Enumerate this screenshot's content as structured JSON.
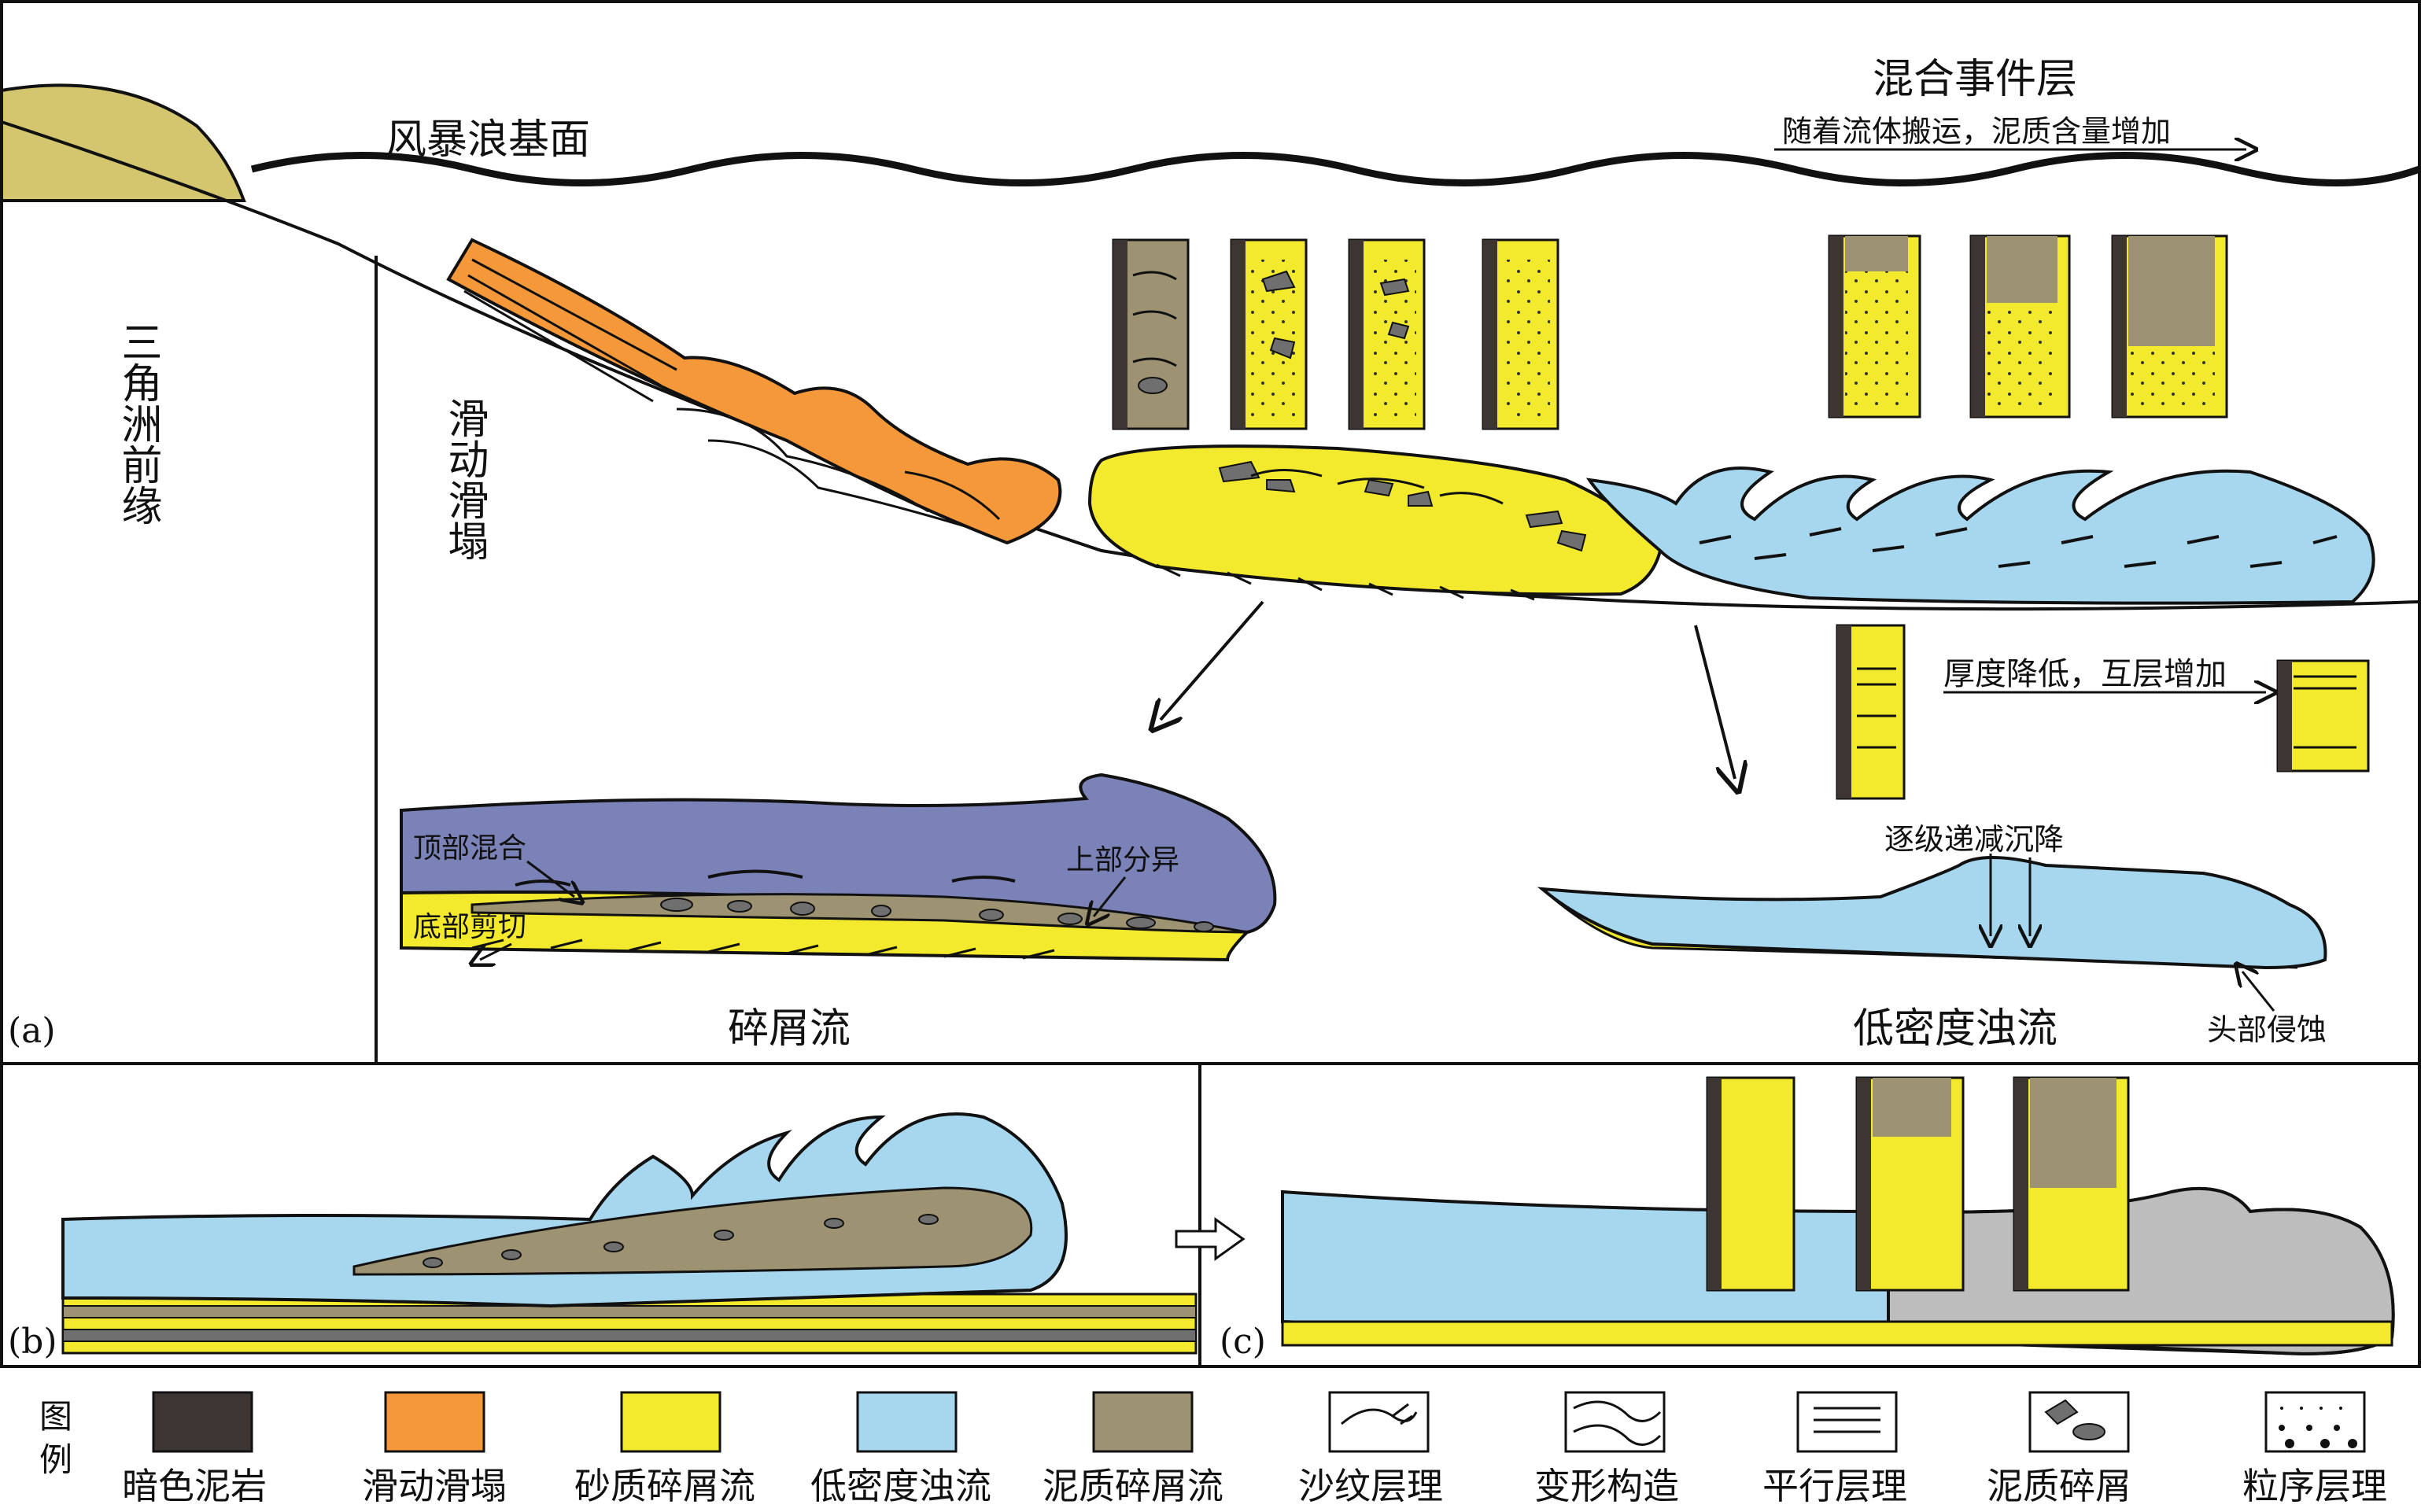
{
  "panel_a": {
    "tag": "(a)",
    "storm_wave_base": "风暴浪基面",
    "mixed_event_title": "混合事件层",
    "mixed_event_note": "随着流体搬运，泥质含量增加",
    "delta_front": "三角洲前缘",
    "slide_slump": "滑动滑塌",
    "thickness_note": "厚度降低，互层增加",
    "top_mixing": "顶部混合",
    "upper_differentiation": "上部分异",
    "basal_shear": "底部剪切",
    "debris_flow": "碎屑流",
    "stepwise_settling": "逐级递减沉降",
    "head_erosion": "头部侵蚀",
    "turbidity_current": "低密度浊流"
  },
  "panel_b": {
    "tag": "(b)"
  },
  "panel_c": {
    "tag": "(c)"
  },
  "legend": {
    "title_1": "图",
    "title_2": "例",
    "items": [
      {
        "label": "暗色泥岩",
        "icon": "dark-mudstone-swatch",
        "color": "#3d3532"
      },
      {
        "label": "滑动滑塌",
        "icon": "slide-slump-swatch",
        "color": "#f5983a"
      },
      {
        "label": "砂质碎屑流",
        "icon": "sandy-debris-flow-swatch",
        "color": "#f4ea2d"
      },
      {
        "label": "低密度浊流",
        "icon": "low-density-turbidity-swatch",
        "color": "#a7d7ee"
      },
      {
        "label": "泥质碎屑流",
        "icon": "muddy-debris-flow-swatch",
        "color": "#9d9372"
      },
      {
        "label": "沙纹层理",
        "icon": "ripple-lamination-icon",
        "color": "#ffffff"
      },
      {
        "label": "变形构造",
        "icon": "deformation-structure-icon",
        "color": "#ffffff"
      },
      {
        "label": "平行层理",
        "icon": "parallel-bedding-icon",
        "color": "#ffffff"
      },
      {
        "label": "泥质碎屑",
        "icon": "mud-clast-icon",
        "color": "#ffffff"
      },
      {
        "label": "粒序层理",
        "icon": "graded-bedding-icon",
        "color": "#ffffff"
      }
    ]
  },
  "colors": {
    "delta_mound": "#d4c66e",
    "slump": "#f5983a",
    "sand": "#f4ea2d",
    "turbidite": "#a7d7ee",
    "mud_debris": "#9d9372",
    "purple_flow": "#7b82b8",
    "grey_flow": "#bdbdbd",
    "dark_mud": "#3d3532",
    "clast": "#6f6f6f"
  }
}
